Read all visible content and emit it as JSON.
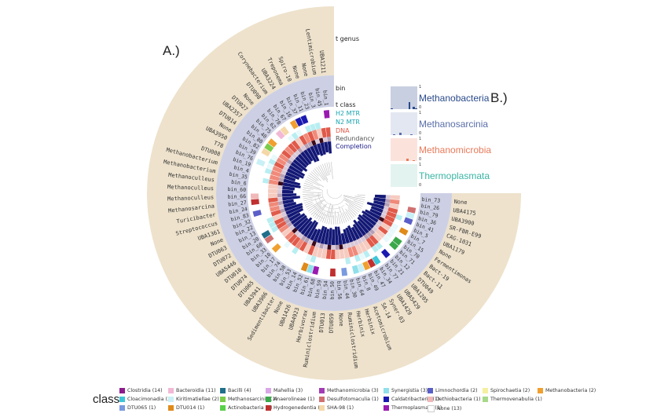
{
  "panel_labels": {
    "a": "A.)",
    "b": "B.)"
  },
  "ring_labels": {
    "genus": "t genus",
    "bin": "bin",
    "class": "t class",
    "h2mtr": "H2 MTR",
    "n2mtr": "N2 MTR",
    "dna": "DNA",
    "redundancy": "Redundancy",
    "completion": "Completion"
  },
  "ring_label_colors": {
    "genus": "#222222",
    "bin": "#222222",
    "class": "#222222",
    "h2mtr": "#1aa4b0",
    "n2mtr": "#1aa4b0",
    "dna": "#e05a4a",
    "redundancy": "#555555",
    "completion": "#1a1a8a"
  },
  "leaves": [
    {
      "bin": "bin_73",
      "genus": "None"
    },
    {
      "bin": "bin_26",
      "genus": "UBA4175"
    },
    {
      "bin": "bin_79",
      "genus": "UBA3900"
    },
    {
      "bin": "bin_36",
      "genus": "SR-FBR-E99"
    },
    {
      "bin": "bin_41",
      "genus": "CAG-1031"
    },
    {
      "bin": "bin_5",
      "genus": "UBA1179"
    },
    {
      "bin": "bin_7",
      "genus": "None"
    },
    {
      "bin": "bin_15",
      "genus": "Fermentimonas"
    },
    {
      "bin": "bin_70",
      "genus": "Bact-19"
    },
    {
      "bin": "bin_71",
      "genus": "Bact-11"
    },
    {
      "bin": "bin_12",
      "genus": "DTU049"
    },
    {
      "bin": "bin_21",
      "genus": "UBA1205"
    },
    {
      "bin": "bin_77",
      "genus": "UBA5429"
    },
    {
      "bin": "bin_34",
      "genus": "UBA1429"
    },
    {
      "bin": "bin_47",
      "genus": "Syner-03"
    },
    {
      "bin": "bin_49",
      "genus": "SA-14"
    },
    {
      "bin": "bin_8",
      "genus": "Acetomicrobium"
    },
    {
      "bin": "bin_64",
      "genus": "Herbinix"
    },
    {
      "bin": "bin_30",
      "genus": "Herbinix"
    },
    {
      "bin": "bin_44",
      "genus": "Ruminiclostridium"
    },
    {
      "bin": "bin_56",
      "genus": "None"
    },
    {
      "bin": "bin_50",
      "genus": "DTU059"
    },
    {
      "bin": "bin_54",
      "genus": "DTU013"
    },
    {
      "bin": "bin_59",
      "genus": "Ruminiclostridium"
    },
    {
      "bin": "bin_68",
      "genus": "Herbivorax"
    },
    {
      "bin": "bin_61",
      "genus": "UBA4923"
    },
    {
      "bin": "bin_52",
      "genus": "UBA1426"
    },
    {
      "bin": "bin_14",
      "genus": "None"
    },
    {
      "bin": "bin_53",
      "genus": "Sedimentibacter"
    },
    {
      "bin": "bin_58",
      "genus": "UBA3906"
    },
    {
      "bin": "bin_74",
      "genus": "UBA3941"
    },
    {
      "bin": "bin_17",
      "genus": "DTU065"
    },
    {
      "bin": "bin_10",
      "genus": "DTU074"
    },
    {
      "bin": "bin_33",
      "genus": "DTU010"
    },
    {
      "bin": "bin_60",
      "genus": "UBA5446"
    },
    {
      "bin": "bin_20",
      "genus": "DTU072"
    },
    {
      "bin": "bin_13",
      "genus": "DTU063"
    },
    {
      "bin": "bin_22",
      "genus": "None"
    },
    {
      "bin": "bin_32",
      "genus": "UBA1361"
    },
    {
      "bin": "bin_83",
      "genus": "Streptococcus"
    },
    {
      "bin": "bin_24",
      "genus": "Turicibacter"
    },
    {
      "bin": "bin_27",
      "genus": "Methanosarcina"
    },
    {
      "bin": "bin_66",
      "genus": "Methanoculleus"
    },
    {
      "bin": "bin_60b",
      "genus": "Methanoculleus"
    },
    {
      "bin": "bin_6",
      "genus": "Methanoculleus"
    },
    {
      "bin": "bin_35",
      "genus": "Methanobacterium"
    },
    {
      "bin": "bin_4",
      "genus": "Methanobacterium"
    },
    {
      "bin": "bin_19",
      "genus": "DTU008"
    },
    {
      "bin": "bin_76",
      "genus": "T78"
    },
    {
      "bin": "bin_39",
      "genus": "UBA3950"
    },
    {
      "bin": "bin_82",
      "genus": "None"
    },
    {
      "bin": "bin_80",
      "genus": "DTU014"
    },
    {
      "bin": "bin_40",
      "genus": "UBA2357"
    },
    {
      "bin": "bin_75",
      "genus": "DTU027"
    },
    {
      "bin": "bin_62",
      "genus": "None"
    },
    {
      "bin": "bin_78",
      "genus": "DTU098"
    },
    {
      "bin": "bin_67",
      "genus": "Corynebacterium"
    },
    {
      "bin": "bin_16",
      "genus": "UBA3224"
    },
    {
      "bin": "bin_37",
      "genus": "Treponema"
    },
    {
      "bin": "bin_11",
      "genus": "Spiro-10"
    },
    {
      "bin": "bin_23",
      "genus": "None"
    },
    {
      "bin": "bin_3",
      "genus": "None"
    },
    {
      "bin": "bin_45",
      "genus": "Lentimicrobium"
    },
    {
      "bin": "bin_1",
      "genus": "UBA1211"
    }
  ],
  "heatmap": {
    "tick_top": "1",
    "tick_bottom": "0",
    "rows": [
      {
        "label": "Methanobacteria",
        "bg": "#c8cfe0",
        "color": "#2a4a8a",
        "bars": [
          0.05,
          0.0,
          0.0,
          0.0,
          0.0,
          0.0,
          0.0,
          0.0,
          0.3,
          0.0,
          0.1,
          0.05
        ]
      },
      {
        "label": "Methanosarcinia",
        "bg": "#e3e7f1",
        "color": "#5a6ea8",
        "bars": [
          0.0,
          0.05,
          0.0,
          0.0,
          0.1,
          0.0,
          0.0,
          0.0,
          0.0,
          0.05,
          0.0,
          0.0
        ]
      },
      {
        "label": "Methanomicrobia",
        "bg": "#fbe3dc",
        "color": "#e87a5a",
        "bars": [
          0.0,
          0.0,
          0.0,
          0.0,
          0.0,
          0.0,
          0.0,
          0.1,
          0.0,
          0.0,
          0.05,
          0.0
        ]
      },
      {
        "label": "Thermoplasmata",
        "bg": "#e3f4f0",
        "color": "#3ab5a5",
        "bars": [
          0.0,
          0.0,
          0.0,
          0.0,
          0.0,
          0.0,
          0.0,
          0.0,
          0.0,
          0.0,
          0.0,
          0.0
        ]
      }
    ]
  },
  "legend": {
    "title": "class",
    "items": [
      {
        "label": "Clostridia (14)",
        "color": "#8e1b8e"
      },
      {
        "label": "Bacteroidia (11)",
        "color": "#f2b8d6"
      },
      {
        "label": "Bacilli (4)",
        "color": "#1f6f8b"
      },
      {
        "label": "Mahellia (3)",
        "color": "#d9a6e6"
      },
      {
        "label": "Methanomicrobia (3)",
        "color": "#a33bb5"
      },
      {
        "label": "Synergistia (3)",
        "color": "#8fe0ea"
      },
      {
        "label": "Limnochordia (2)",
        "color": "#5a5fc8"
      },
      {
        "label": "Spirochaetia (2)",
        "color": "#f5f0a0"
      },
      {
        "label": "Methanobacteria (2)",
        "color": "#f0a030"
      },
      {
        "label": "Cloacimonadia (2)",
        "color": "#3ec6d8"
      },
      {
        "label": "Kiritimatiellae (2)",
        "color": "#c8f0f6"
      },
      {
        "label": "Methanosarcinia (1)",
        "color": "#7acc4a"
      },
      {
        "label": "Anaerolineae (1)",
        "color": "#3aa84a"
      },
      {
        "label": "Desulfotomaculia (1)",
        "color": "#d07070"
      },
      {
        "label": "Caldatribacteria (1)",
        "color": "#1a1ab0"
      },
      {
        "label": "Dethiobacteria (1)",
        "color": "#f0b8b8"
      },
      {
        "label": "Thermovenabulia (1)",
        "color": "#a8d88a"
      },
      {
        "label": "DTU065 (1)",
        "color": "#7a9ae0"
      },
      {
        "label": "DTU014 (1)",
        "color": "#e08a1a"
      },
      {
        "label": "Actinobacteria (1)",
        "color": "#5ad04a"
      },
      {
        "label": "Hydrogenedentia (1)",
        "color": "#c03030"
      },
      {
        "label": "SHA-98 (1)",
        "color": "#f5d8a8"
      },
      {
        "label": "Thermoplasmata (1)",
        "color": "#9a1ab0"
      },
      {
        "label": "None (13)",
        "color": "#ffffff"
      }
    ]
  },
  "colors": {
    "outer_ring": "#eee2cc",
    "bin_ring": "#cdd0e4",
    "completion": "#131875",
    "redundancy": "#3a2a4a",
    "dna_light": "#f6cbc0",
    "dna_dark": "#e05a4a"
  }
}
